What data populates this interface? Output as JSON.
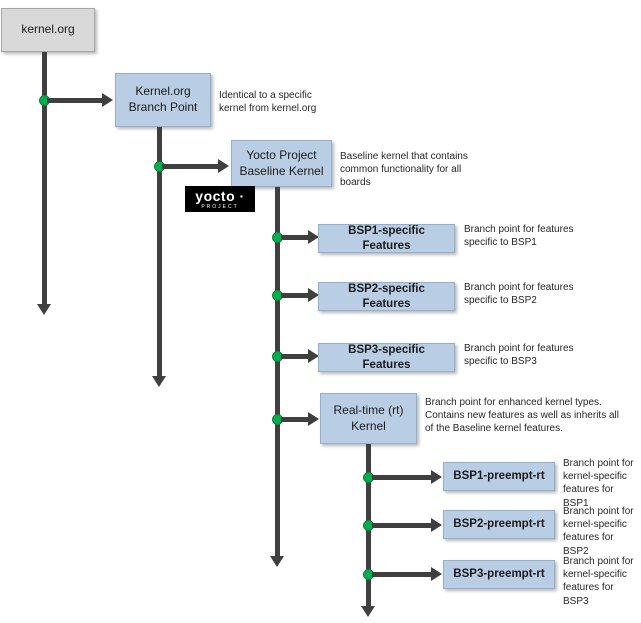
{
  "diagram": {
    "root": {
      "label": "kernel.org"
    },
    "branch_point": {
      "label": "Kernel.org Branch Point",
      "note": "Identical to a specific kernel from kernel.org"
    },
    "baseline": {
      "label": "Yocto Project Baseline Kernel",
      "note": "Baseline kernel that contains common functionality for all boards"
    },
    "yocto_logo": {
      "text": "yocto ·",
      "subtext": "PROJECT"
    },
    "bsp_branches": [
      {
        "label": "BSP1-specific Features",
        "note": "Branch point for features specific to BSP1"
      },
      {
        "label": "BSP2-specific Features",
        "note": "Branch point for features specific to BSP2"
      },
      {
        "label": "BSP3-specific Features",
        "note": "Branch point for features specific to BSP3"
      }
    ],
    "rt_kernel": {
      "label": "Real-time (rt) Kernel",
      "note": "Branch point for enhanced kernel types. Contains new features as well as inherits all of the Baseline kernel features."
    },
    "rt_branches": [
      {
        "label": "BSP1-preempt-rt",
        "note": "Branch point for kernel-specific features for BSP1"
      },
      {
        "label": "BSP2-preempt-rt",
        "note": "Branch point for kernel-specific features for BSP2"
      },
      {
        "label": "BSP3-preempt-rt",
        "note": "Branch point for kernel-specific features for BSP3"
      }
    ],
    "colors": {
      "box_blue": "#b9cde5",
      "box_gray": "#d9d9d9",
      "line": "#3f3f3f",
      "dot_green": "#00b050"
    }
  }
}
